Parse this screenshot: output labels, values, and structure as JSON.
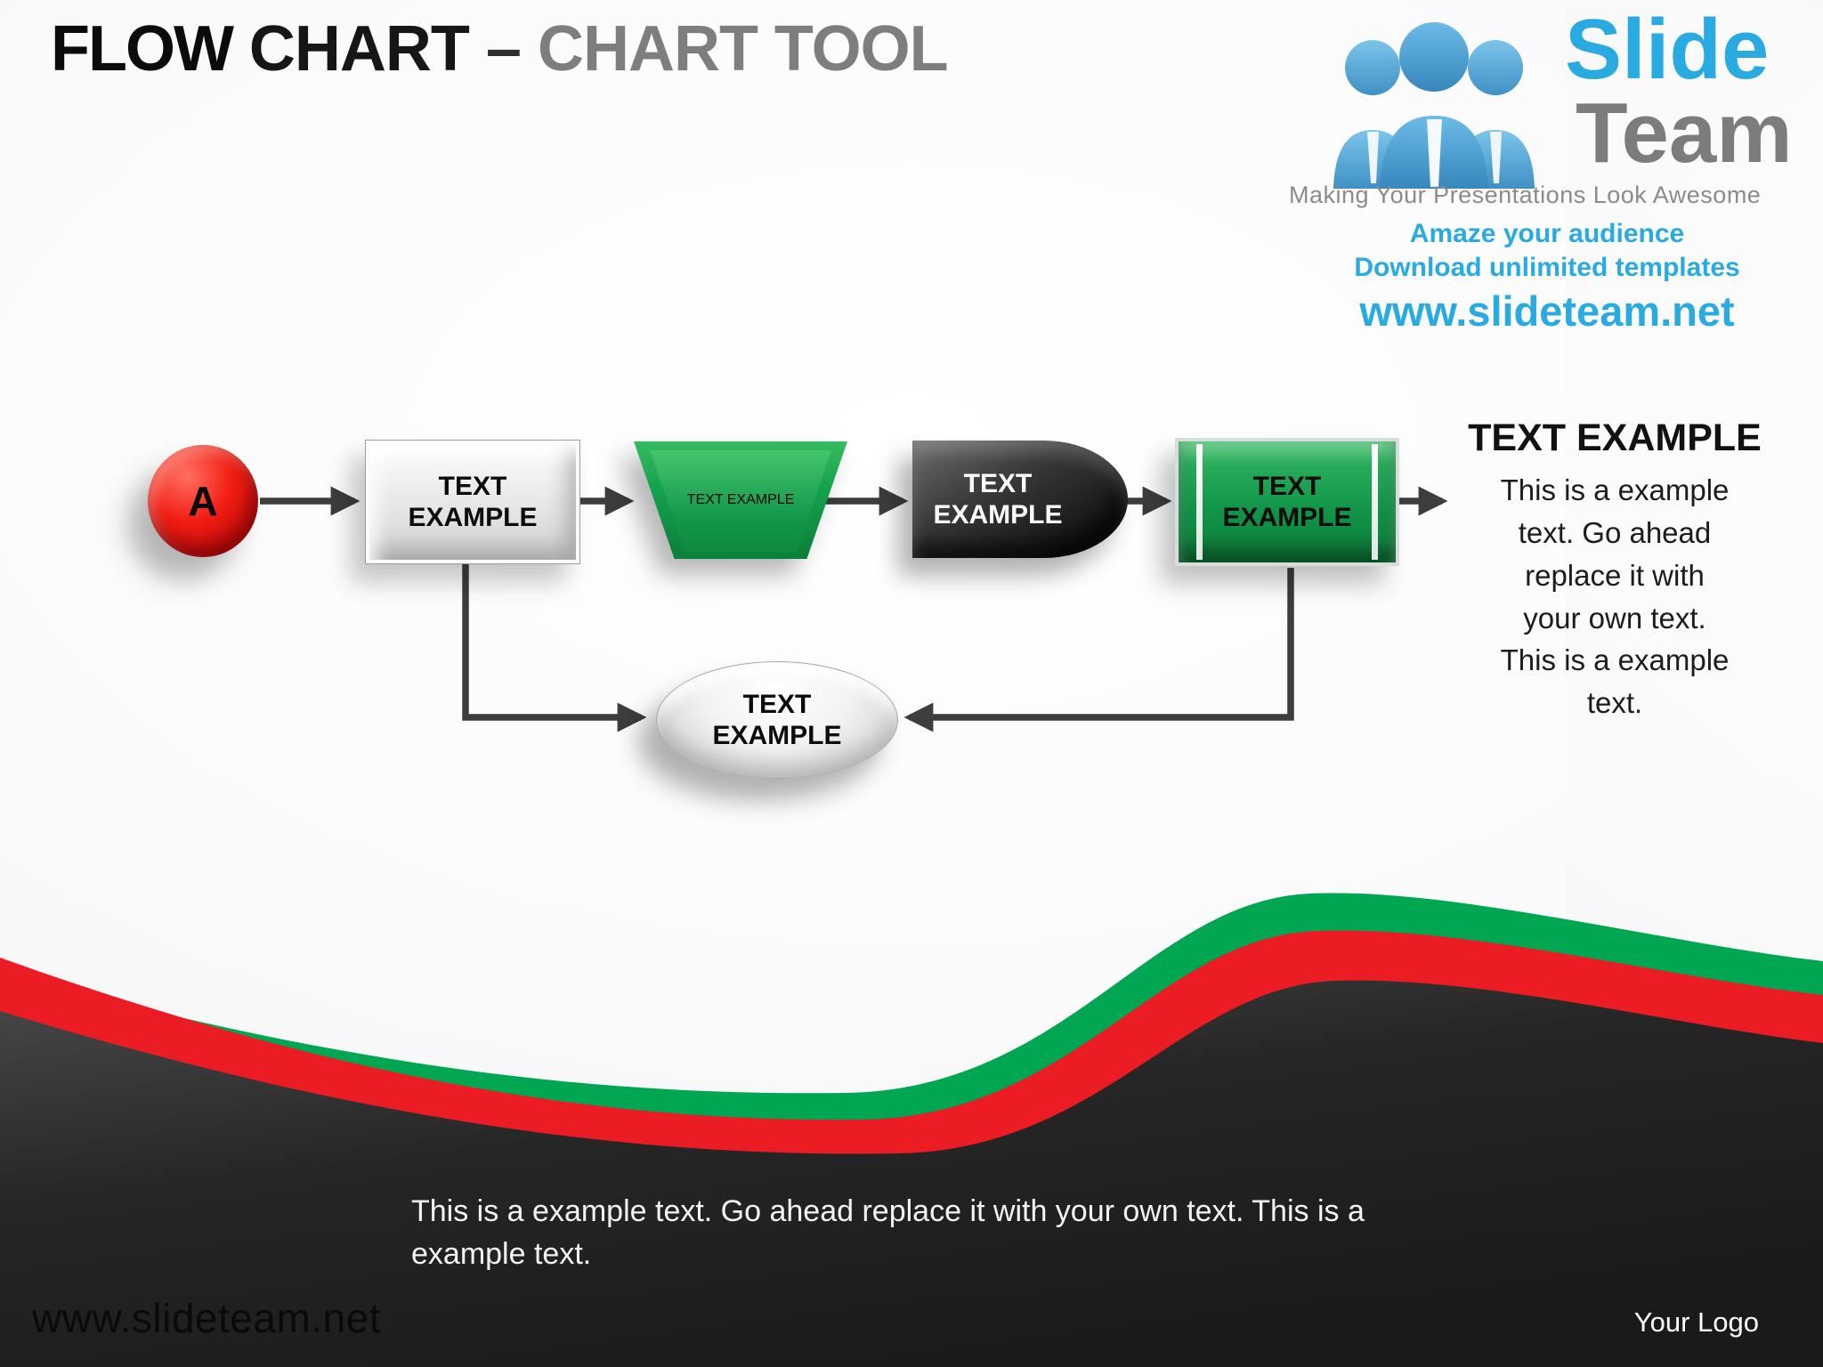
{
  "title": {
    "primary": "FLOW",
    "secondary": " CHART",
    "dash": " – ",
    "tertiary": "CHART TOOL"
  },
  "vendor_logo": {
    "brand_line1": "Slide",
    "brand_line2": "Team",
    "tagline": "Making Your Presentations Look Awesome",
    "promo1": "Amaze your audience",
    "promo2": "Download unlimited templates",
    "url": "www.slideteam.net",
    "people_icon": "three-people-with-ties-icon"
  },
  "flowchart": {
    "start_node": "A",
    "process_node": "TEXT EXAMPLE",
    "trapezoid_node": "TEXT EXAMPLE",
    "delay_node": "TEXT EXAMPLE",
    "predefined_node": "TEXT EXAMPLE",
    "terminator_node": "TEXT EXAMPLE",
    "annotation": {
      "title": "TEXT EXAMPLE",
      "body_lines": [
        "This is a example",
        "text. Go ahead",
        "replace it with",
        "your own text.",
        "This is a example",
        "text."
      ]
    }
  },
  "footer": {
    "note": "This is a example text. Go ahead replace it with your own text. This is a example text.",
    "website": "www.slideteam.net",
    "logo_placeholder": "Your Logo"
  },
  "colors": {
    "accent_green": "#00A651",
    "accent_red": "#EC1C24",
    "brand_blue": "#29ABE2",
    "dark_band": "#1f1f1f"
  }
}
